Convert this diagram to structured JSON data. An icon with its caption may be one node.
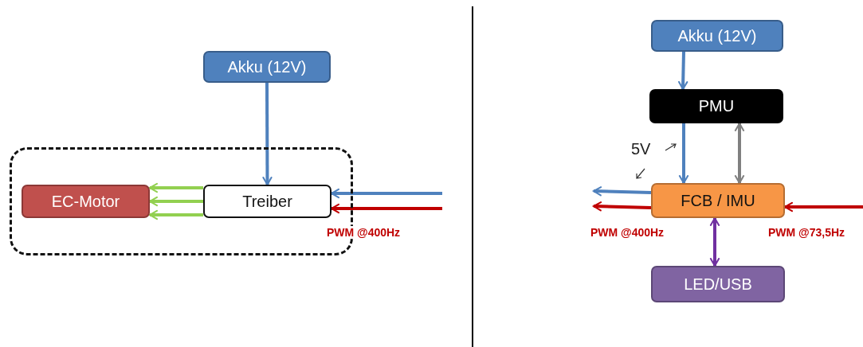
{
  "diagram": {
    "nodes": [
      {
        "text": [
          "Akku (12V)"
        ]
      },
      {
        "text": [],
        "shape": "box"
      },
      {
        "text": [
          "EC-Motor"
        ],
        "in": 1
      },
      {
        "text": [
          "Treiber"
        ],
        "in": 1
      },
      {
        "text": [
          "Akku (12V)"
        ]
      },
      {
        "text": [
          "PMU"
        ]
      },
      {
        "text": [
          "FCB / IMU"
        ]
      },
      {
        "text": [
          "LED/USB"
        ]
      }
    ],
    "edges": [
      {
        "from": 0,
        "to": 3,
        "arrow": "to"
      },
      {
        "from": 3,
        "to": 2,
        "arrow": "to",
        "color": "#92d050"
      },
      {
        "from": 3,
        "to": 2,
        "arrow": "to",
        "color": "#92d050"
      },
      {
        "from": 3,
        "to": 2,
        "arrow": "to",
        "color": "#92d050"
      },
      {
        "from": null,
        "to": 3,
        "arrow": "to"
      },
      {
        "from": null,
        "to": 3,
        "arrow": "to",
        "color": "#c00000",
        "label": "PWM @400Hz"
      },
      {
        "from": 4,
        "to": 5,
        "arrow": "to"
      },
      {
        "from": 5,
        "to": 6,
        "arrow": "to"
      },
      {
        "from": 5,
        "to": 6,
        "arrow": "both",
        "color": "#808080"
      },
      {
        "from": 6,
        "to": null,
        "arrow": "to"
      },
      {
        "from": 6,
        "to": null,
        "arrow": "to",
        "color": "#c00000",
        "label": "PWM @400Hz"
      },
      {
        "from": null,
        "to": 6,
        "arrow": "to",
        "color": "#c00000",
        "label": "PWM @73,5Hz"
      },
      {
        "from": 6,
        "to": 7,
        "arrow": "both",
        "color": "#7030a0"
      }
    ],
    "labels": [
      "5V"
    ]
  }
}
